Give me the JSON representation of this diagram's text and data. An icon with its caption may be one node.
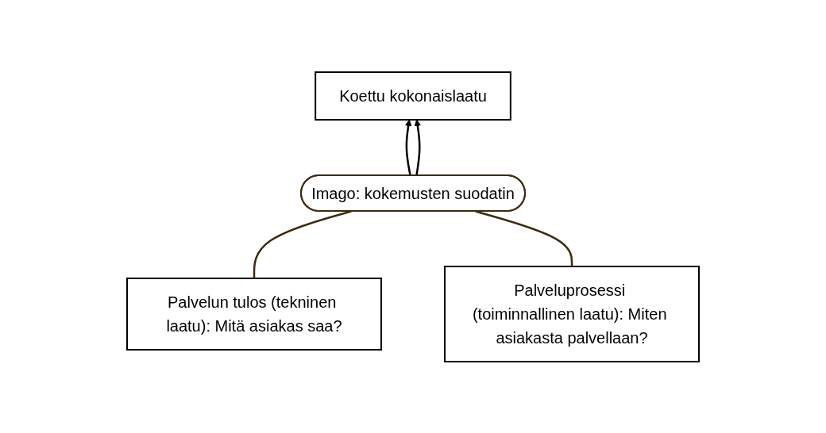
{
  "diagram": {
    "nodes": [
      {
        "text": [
          "Koettu kokonaislaatu"
        ]
      },
      {
        "text": [
          "Imago: kokemusten suodatin"
        ]
      },
      {
        "text": [
          "Palvelun tulos (tekninen laatu): Mitä asiakas saa?"
        ]
      },
      {
        "text": [
          "Palveluprosessi (toiminnallinen laatu): Miten asiakasta palvellaan?"
        ]
      }
    ],
    "edges": [
      {
        "from": 1,
        "to": 0,
        "arrow": "to"
      },
      {
        "from": 1,
        "to": 0,
        "arrow": "to"
      },
      {
        "from": 2,
        "to": 1,
        "arrow": "none",
        "color": "#3d2b12"
      },
      {
        "from": 3,
        "to": 1,
        "arrow": "none",
        "color": "#3d2b12"
      }
    ]
  }
}
